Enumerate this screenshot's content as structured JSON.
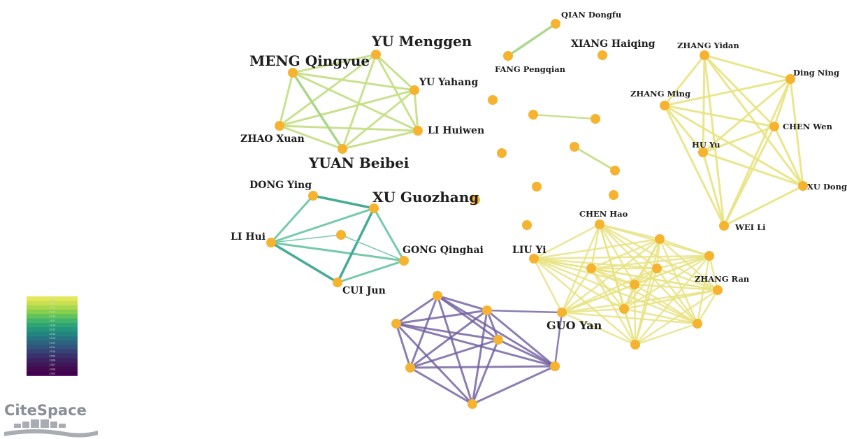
{
  "app": "CiteSpace",
  "legend": {
    "years": [
      "2022",
      "2021",
      "2020",
      "2019",
      "2018",
      "2017",
      "2016",
      "2015",
      "2014",
      "2013",
      "2012",
      "2011",
      "2010",
      "2009",
      "2008",
      "2007",
      "2006",
      "2005"
    ],
    "colors": [
      "#e5e75a",
      "#c8df52",
      "#a8d84d",
      "#86cf4e",
      "#62c35a",
      "#42b56a",
      "#2fa576",
      "#25957d",
      "#23857f",
      "#277480",
      "#2c647f",
      "#32537c",
      "#364275",
      "#3a316c",
      "#3d2262",
      "#3f1658",
      "#420b4e",
      "#440154"
    ]
  },
  "edge_colors": {
    "yellow": "#e8e382",
    "lightgreen": "#c6df88",
    "green": "#a8d68a",
    "teal": "#6ec7a8",
    "darkteal": "#3aa68e",
    "purple": "#6f5e9d",
    "node": "#f5b330"
  },
  "clusters": {
    "yu_menggen": {
      "color": "lightgreen",
      "nodes": [
        {
          "name": "YU Menggen"
        },
        {
          "name": "MENG Qingyue"
        },
        {
          "name": "YU Yahang"
        },
        {
          "name": "LI Huiwen"
        },
        {
          "name": "YUAN Beibei"
        },
        {
          "name": "ZHAO Xuan"
        }
      ]
    },
    "xu_guozhang": {
      "color": "teal",
      "nodes": [
        {
          "name": "DONG Ying"
        },
        {
          "name": "XU Guozhang"
        },
        {
          "name": "LI Hui"
        },
        {
          "name": "GONG Qinghai"
        },
        {
          "name": "CUI Jun"
        }
      ]
    },
    "zhang_yidan": {
      "color": "yellow",
      "nodes": [
        {
          "name": "ZHANG Yidan"
        },
        {
          "name": "Ding Ning"
        },
        {
          "name": "ZHANG Ming"
        },
        {
          "name": "CHEN Wen"
        },
        {
          "name": "HU Yu"
        },
        {
          "name": "XU Dong"
        },
        {
          "name": "WEI Li"
        }
      ]
    },
    "chen_hao": {
      "color": "yellow",
      "nodes": [
        {
          "name": "CHEN Hao"
        },
        {
          "name": "LIU Yi"
        },
        {
          "name": "ZHANG Ran"
        },
        {
          "name": "GUO Yan"
        }
      ]
    },
    "purple": {
      "color": "purple",
      "nodes": []
    }
  },
  "standalone_labels": [
    {
      "name": "QIAN Dongfu"
    },
    {
      "name": "FANG Pengqian"
    },
    {
      "name": "XIANG Haiqing"
    }
  ]
}
